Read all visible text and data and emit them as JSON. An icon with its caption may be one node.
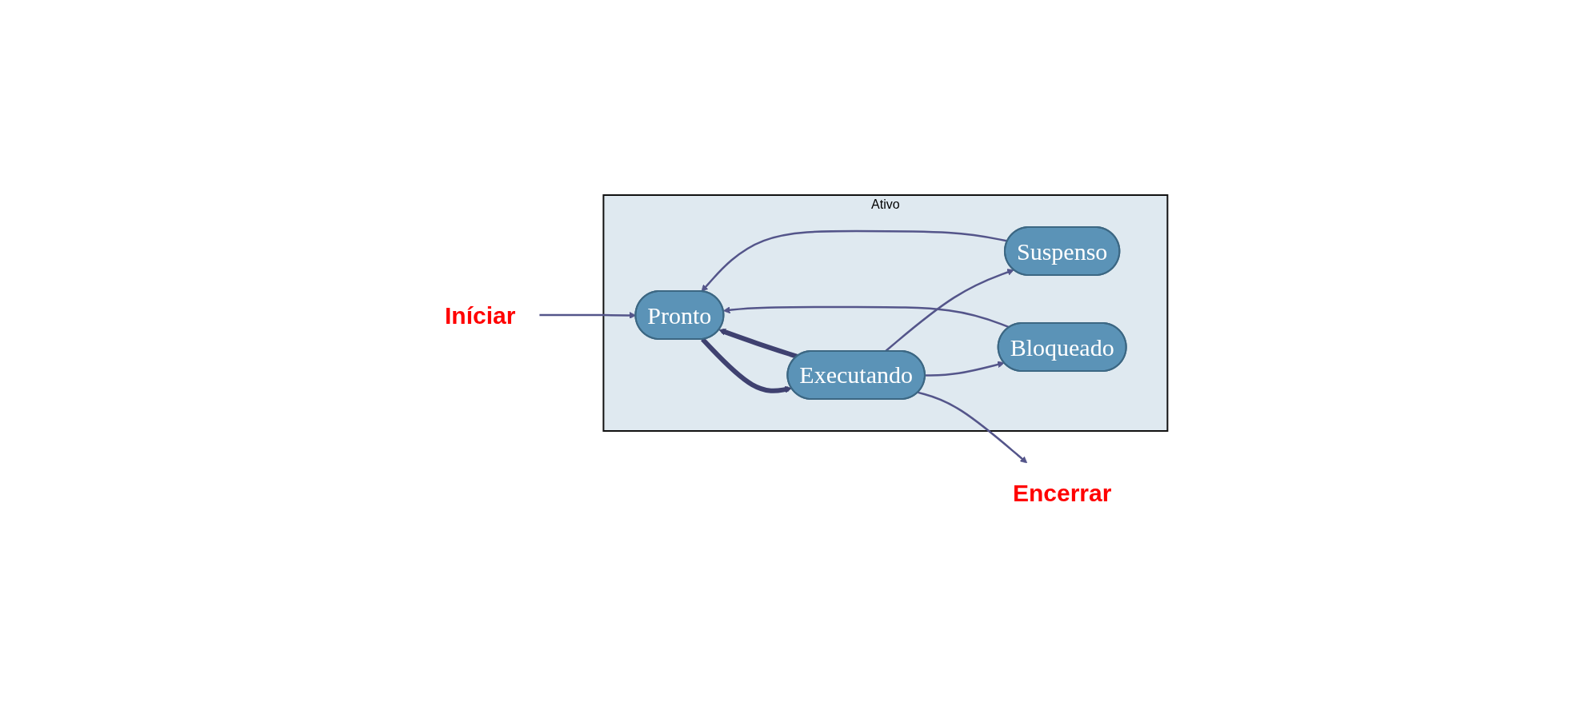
{
  "diagram": {
    "nodes": [
      {
        "text": [
          "Iníciar"
        ]
      },
      {
        "text": [
          "Ativo"
        ]
      },
      {
        "text": [
          "Suspenso"
        ],
        "in": 1
      },
      {
        "text": [
          "Pronto"
        ],
        "in": 1
      },
      {
        "text": [
          "Executando"
        ],
        "in": 1
      },
      {
        "text": [
          "Bloqueado"
        ],
        "in": 1
      },
      {
        "text": [
          "Encerrar"
        ]
      }
    ],
    "edges": [
      {
        "from": 0,
        "to": 3,
        "arrow": "to"
      },
      {
        "from": 2,
        "to": 3,
        "arrow": "to"
      },
      {
        "from": 4,
        "to": 2,
        "arrow": "to"
      },
      {
        "from": 3,
        "to": 4,
        "arrow": "to",
        "style": "thick",
        "color": "#3f4170"
      },
      {
        "from": 4,
        "to": 3,
        "arrow": "to",
        "style": "thick",
        "color": "#3f4170"
      },
      {
        "from": 4,
        "to": 5,
        "arrow": "to"
      },
      {
        "from": 5,
        "to": 3,
        "arrow": "to"
      },
      {
        "from": 4,
        "to": 6,
        "arrow": "to"
      }
    ]
  }
}
